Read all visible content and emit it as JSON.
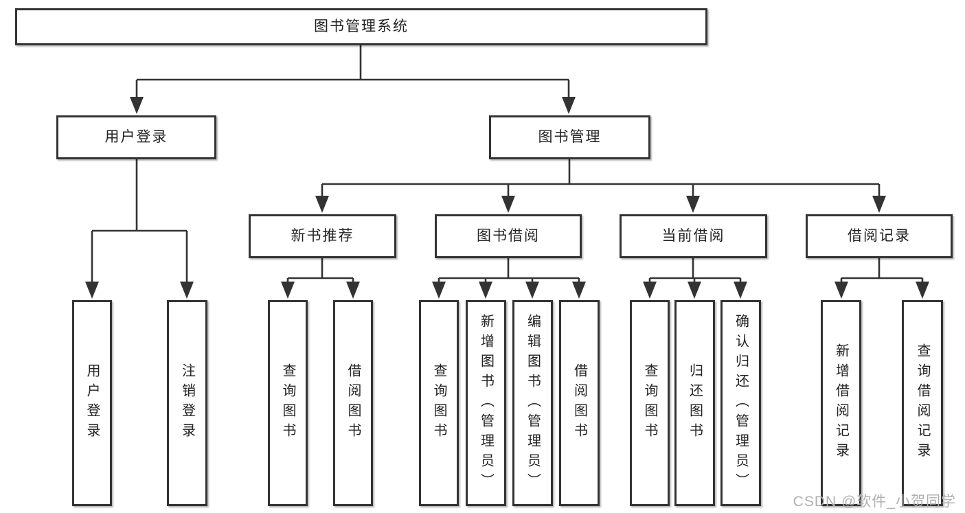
{
  "tree": {
    "label": "图书管理系统",
    "children": [
      {
        "label": "用户登录",
        "children": [
          {
            "label": "用户登录"
          },
          {
            "label": "注销登录"
          }
        ]
      },
      {
        "label": "图书管理",
        "children": [
          {
            "label": "新书推荐",
            "children": [
              {
                "label": "查询图书"
              },
              {
                "label": "借阅图书"
              }
            ]
          },
          {
            "label": "图书借阅",
            "children": [
              {
                "label": "查询图书"
              },
              {
                "label": "新增图书（管理员）"
              },
              {
                "label": "编辑图书（管理员）"
              },
              {
                "label": "借阅图书"
              }
            ]
          },
          {
            "label": "当前借阅",
            "children": [
              {
                "label": "查询图书"
              },
              {
                "label": "归还图书"
              },
              {
                "label": "确认归还（管理员）"
              }
            ]
          },
          {
            "label": "借阅记录",
            "children": [
              {
                "label": "新增借阅记录"
              },
              {
                "label": "查询借阅记录"
              }
            ]
          }
        ]
      }
    ]
  },
  "watermark": {
    "text": "CSDN @软件_小贺同学"
  },
  "colors": {
    "line": "#333333",
    "box_border": "#333333",
    "text": "#222222",
    "watermark": "#b0b0b0",
    "background": "#ffffff"
  }
}
